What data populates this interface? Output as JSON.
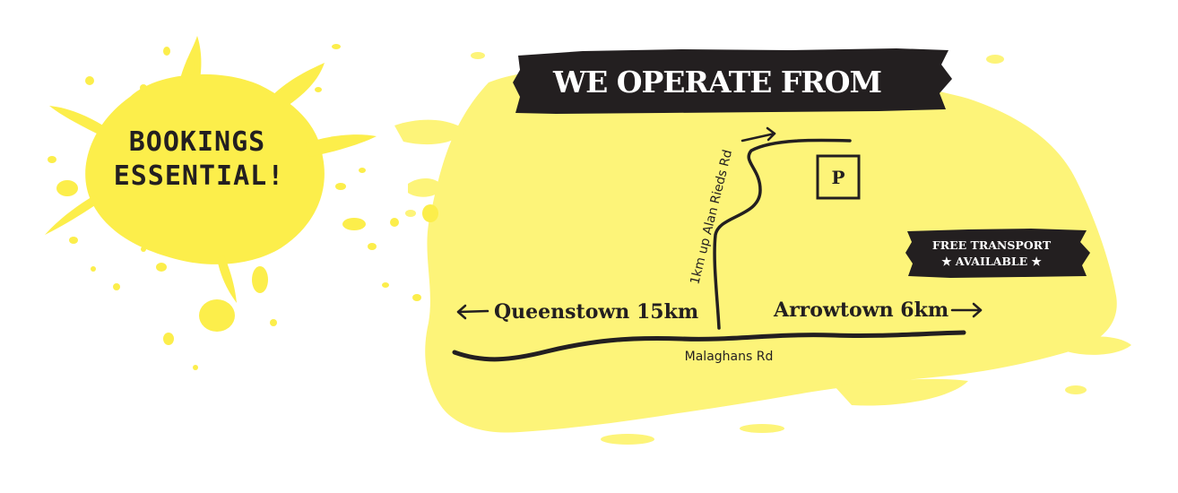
{
  "colors": {
    "yellow_light": "#fdf479",
    "yellow_splat": "#fcee4b",
    "ink": "#231f20",
    "white": "#ffffff"
  },
  "splat": {
    "line1": "BOOKINGS",
    "line2": "ESSENTIAL!"
  },
  "banner": {
    "title": "WE OPERATE FROM"
  },
  "map": {
    "side_road": "1km up Alan Rieds Rd",
    "main_road": "Malaghans Rd",
    "left_town": "Queenstown 15km",
    "right_town": "Arrowtown 6km",
    "parking": "P"
  },
  "badge": {
    "line1": "FREE TRANSPORT",
    "line2": "★ AVAILABLE ★"
  }
}
